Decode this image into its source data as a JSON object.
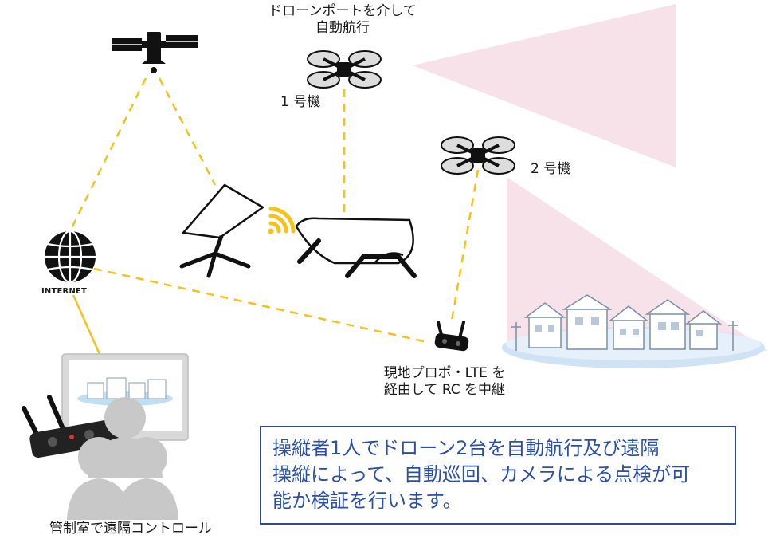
{
  "labels": {
    "drone_port_line1": "ドローンポートを介して",
    "drone_port_line2": "自動航行",
    "drone1": "1 号機",
    "drone2": "2 号機",
    "internet": "INTERNET",
    "relay_line1": "現地プロポ・LTE を",
    "relay_line2": "経由して RC を中継",
    "control_room": "管制室で遠隔コントロール"
  },
  "info_box": {
    "lines": [
      "操縦者1人でドローン2台を自動航行及び遠隔",
      "操縦によって、自動巡回、カメラによる点検が可",
      "能か検証を行います。"
    ]
  },
  "colors": {
    "link_dash": "#f5c21b",
    "solid_link": "#f5c21b",
    "camera_beam": "#f7dde6",
    "ground_disc": "#cfe3f5",
    "info_border": "#2b4a9a",
    "info_text": "#2b4fa6",
    "icon_dark": "#111111",
    "silhouette": "#c8c8c8"
  },
  "icons": [
    "satellite-icon",
    "globe-icon",
    "starlink-dish-icon",
    "wifi-signal-icon",
    "drone-port-icon",
    "drone-icon",
    "remote-controller-icon",
    "town-icon",
    "monitor-icon",
    "operator-silhouette-icon"
  ]
}
